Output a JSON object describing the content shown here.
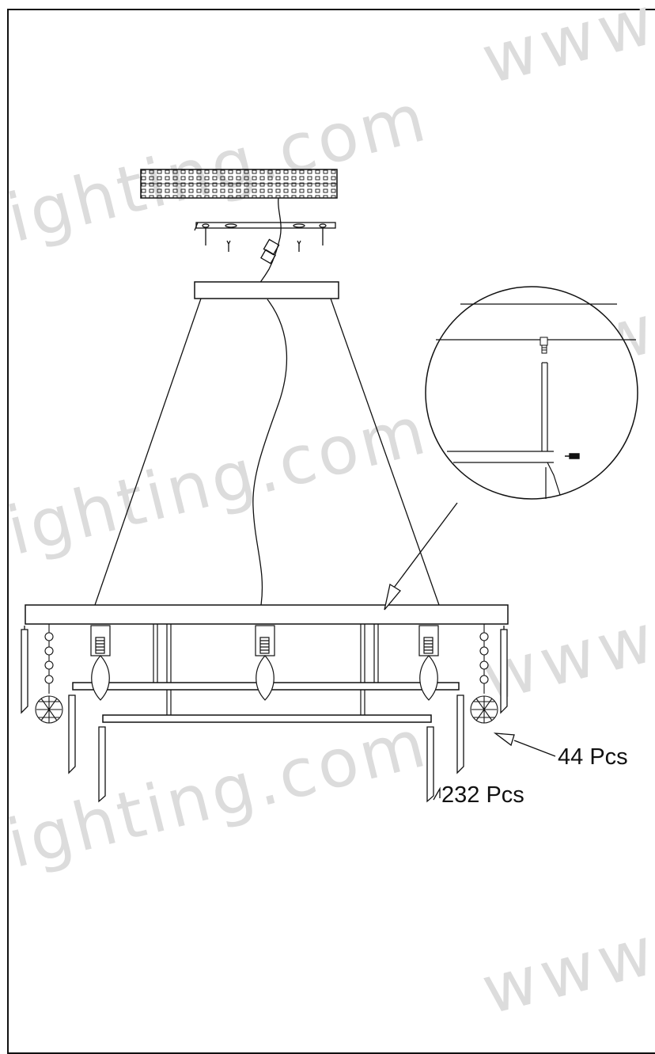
{
  "watermark": {
    "domain_text": "ighting.com",
    "www_text": "www"
  },
  "callouts": {
    "crystal_count": "44 Pcs",
    "prism_count": "232 Pcs"
  }
}
